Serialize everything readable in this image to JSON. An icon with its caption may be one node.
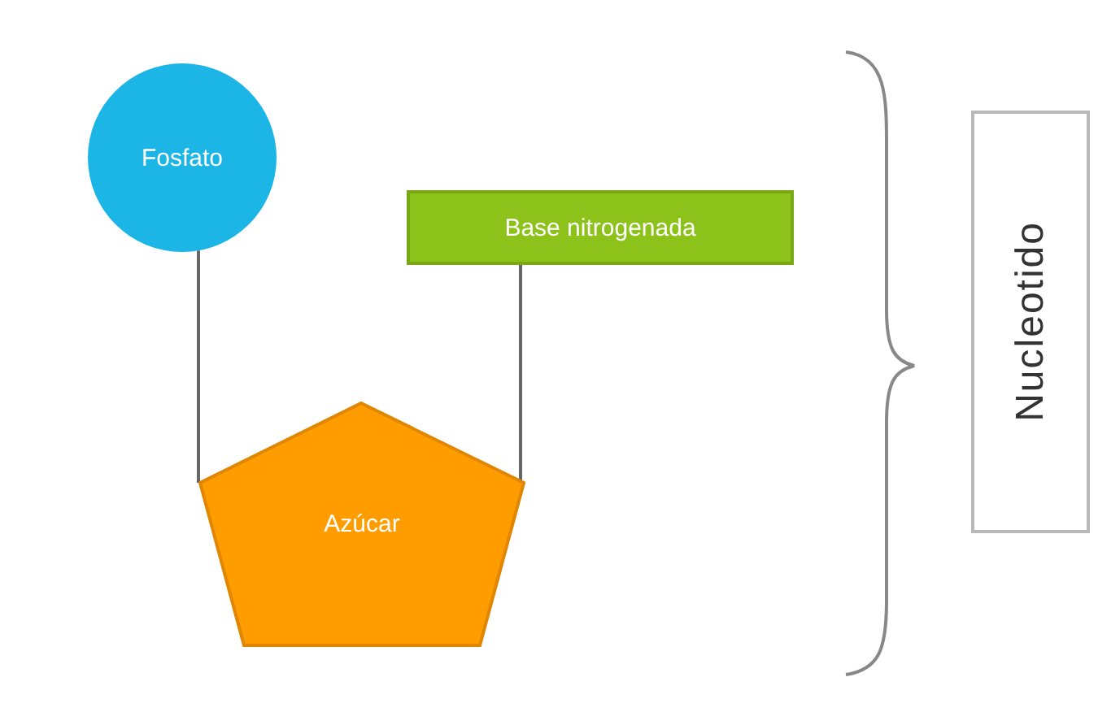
{
  "diagram": {
    "nodes": [
      {
        "text": [
          "Fosfato"
        ]
      },
      {
        "text": [
          "Base nitrogenada"
        ]
      },
      {
        "text": [
          "Azúcar"
        ]
      },
      {
        "text": [
          "Nucleotido"
        ]
      }
    ],
    "edges": [
      {
        "from": 0,
        "to": 2,
        "arrow": "none"
      },
      {
        "from": 1,
        "to": 2,
        "arrow": "none"
      }
    ]
  }
}
